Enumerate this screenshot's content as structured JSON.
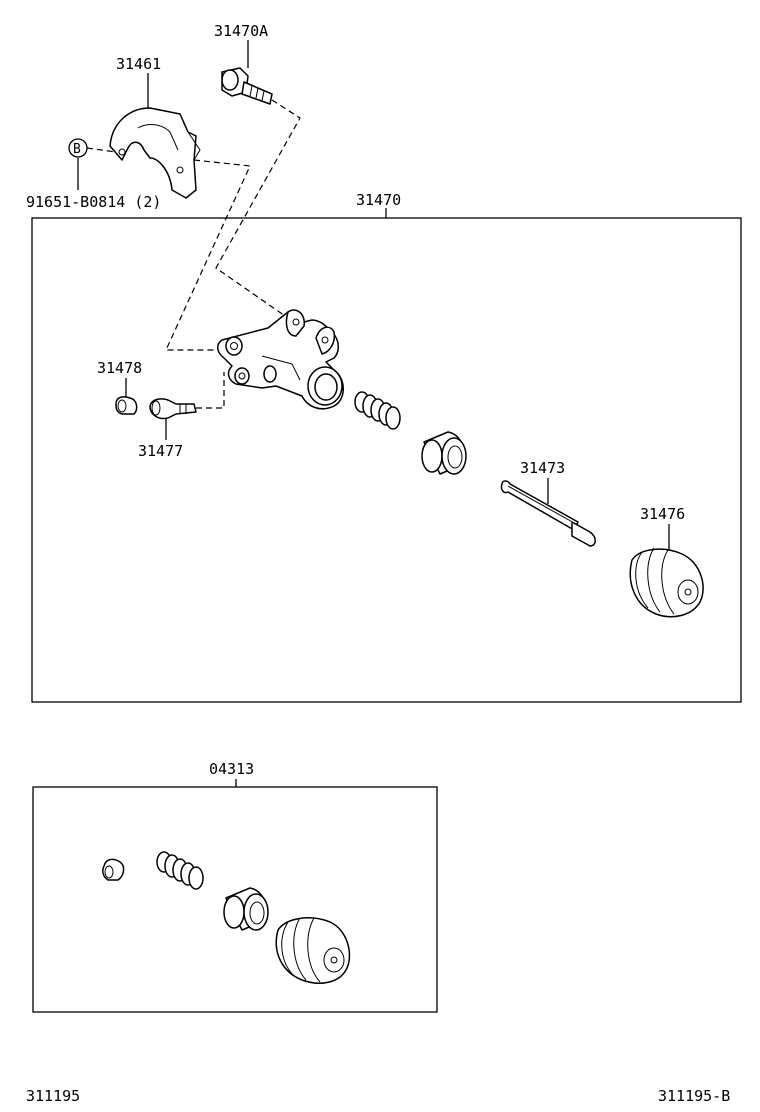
{
  "diagram": {
    "labels": {
      "bolt": "31470A",
      "bracket": "31461",
      "callout_letter": "B",
      "bolt_spec": "91651-B0814 (2)",
      "cylinder_assembly": "31470",
      "bleeder_cap": "31478",
      "bleeder_plug": "31477",
      "push_rod": "31473",
      "boot": "31476",
      "repair_kit": "04313",
      "footer_left": "311195",
      "footer_right": "311195-B"
    }
  }
}
